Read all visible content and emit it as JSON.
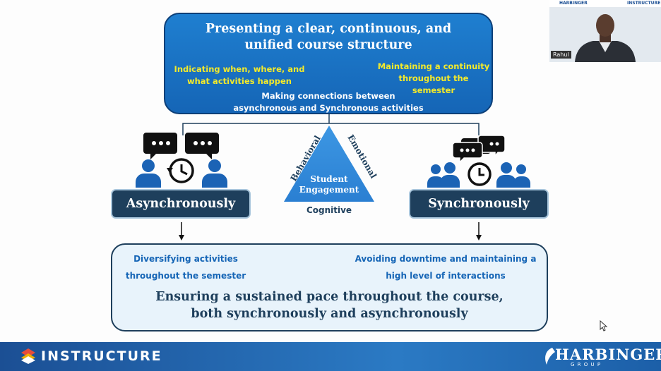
{
  "top_box": {
    "title_line1": "Presenting a clear, continuous, and",
    "title_line2": "unified course structure",
    "left_yellow_line1": "Indicating when, where, and",
    "left_yellow_line2": "what activities happen",
    "right_yellow_line1": "Maintaining a continuity",
    "right_yellow_line2": "throughout the semester",
    "bottom_line1": "Making connections between",
    "bottom_line2": "asynchronous and Synchronous activities"
  },
  "left_pill": {
    "label": "Asynchronously"
  },
  "right_pill": {
    "label": "Synchronously"
  },
  "triangle": {
    "center_line1": "Student",
    "center_line2": "Engagement",
    "left_side": "Behavioral",
    "right_side": "Emotional",
    "bottom": "Cognitive"
  },
  "bottom_box": {
    "left_line1": "Diversifying activities",
    "left_line2": "throughout the semester",
    "right_line1": "Avoiding downtime and maintaining a",
    "right_line2": "high level of interactions",
    "main_line1": "Ensuring a sustained pace throughout the course,",
    "main_line2": "both synchronously and asynchronously"
  },
  "footer": {
    "left_brand": "INSTRUCTURE",
    "right_brand": "HARBINGER",
    "right_brand_sub": "G R O U P"
  },
  "webcam": {
    "name": "Rahul",
    "logo_left": "HARBINGER",
    "logo_right": "INSTRUCTURE"
  },
  "colors": {
    "top_box": "#1a72c4",
    "pill": "#1e3f5c",
    "icon_blue": "#1b63b5",
    "yellow_text": "#f4ea2a",
    "footer": "#1f66b0"
  }
}
